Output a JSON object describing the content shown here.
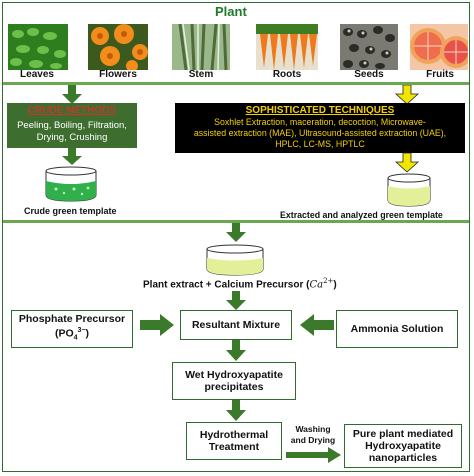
{
  "title": "Plant",
  "plant_parts": [
    "Leaves",
    "Flowers",
    "Stem",
    "Roots",
    "Seeds",
    "Fruits"
  ],
  "crude": {
    "heading": "CRUDE METHODS",
    "line1": "Peeling, Boiling, Filtration,",
    "line2": "Drying, Crushing",
    "caption": "Crude green template"
  },
  "sophisticated": {
    "heading": "SOPHISTICATED TECHNIQUES",
    "line1": "Soxhlet Extraction, maceration, decoction, Microwave-",
    "line2": "assisted extraction (MAE), Ultrasound-assisted extraction (UAE),",
    "line3": "HPLC, LC-MS, HPTLC",
    "caption": "Extracted and analyzed green template"
  },
  "plant_extract_label": "Plant extract + Calcium Precursor (",
  "calcium_ion": "Ca",
  "calcium_charge": "2+",
  "calcium_close": ")",
  "phosphate": {
    "line1": "Phosphate Precursor",
    "formula": "(PO",
    "sub": "4",
    "sup": "3−",
    "close": ")"
  },
  "resultant_mixture": "Resultant Mixture",
  "ammonia": "Ammonia Solution",
  "wet_hap": {
    "line1": "Wet Hydroxyapatite",
    "line2": "precipitates"
  },
  "hydrothermal": {
    "line1": "Hydrothermal",
    "line2": "Treatment"
  },
  "washing": {
    "line1": "Washing",
    "line2": "and Drying"
  },
  "pure": {
    "line1": "Pure plant mediated",
    "line2": "Hydroxyapatite",
    "line3": "nanoparticles"
  },
  "colors": {
    "green_dark": "#2f6b2f",
    "green_arrow": "#3b7a2a",
    "yellow_arrow": "#f2e600",
    "heading_red": "#c0392b",
    "heading_yellow": "#f5d000",
    "black_box": "#000000"
  }
}
